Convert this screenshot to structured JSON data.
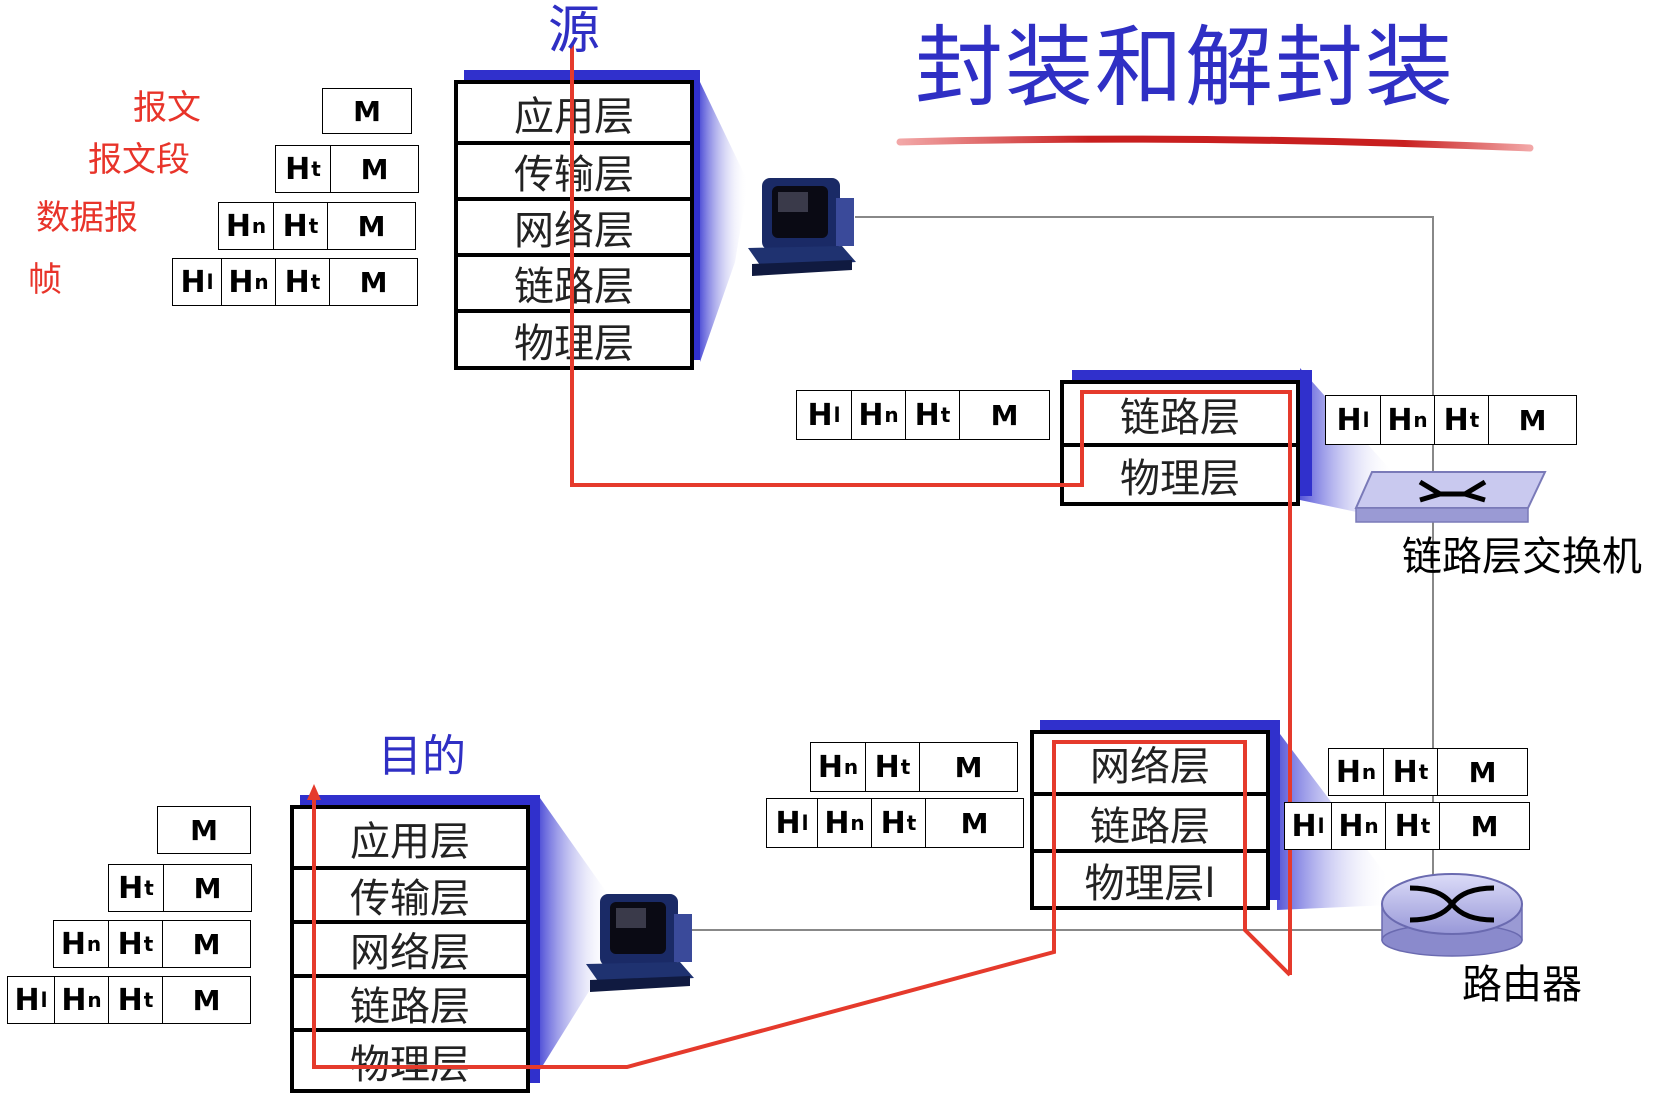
{
  "title": "封装和解封装",
  "labels": {
    "source": "源",
    "destination": "目的",
    "switch": "链路层交换机",
    "router": "路由器"
  },
  "pdu_names": [
    "报文",
    "报文段",
    "数据报",
    "帧"
  ],
  "layers": {
    "source": [
      "应用层",
      "传输层",
      "网络层",
      "链路层",
      "物理层"
    ],
    "switch": [
      "链路层",
      "物理层"
    ],
    "router": [
      "网络层",
      "链路层",
      "物理层l"
    ],
    "destination": [
      "应用层",
      "传输层",
      "网络层",
      "链路层",
      "物理层"
    ]
  },
  "headers": {
    "link": {
      "h": "H",
      "sub": "l"
    },
    "network": {
      "h": "H",
      "sub": "n"
    },
    "transport": {
      "h": "H",
      "sub": "t"
    },
    "message": "M"
  },
  "colors": {
    "title": "#2f2fc4",
    "path": "#e53a2c",
    "shadow": "#3030cc",
    "pdu_label": "#e8342a"
  }
}
